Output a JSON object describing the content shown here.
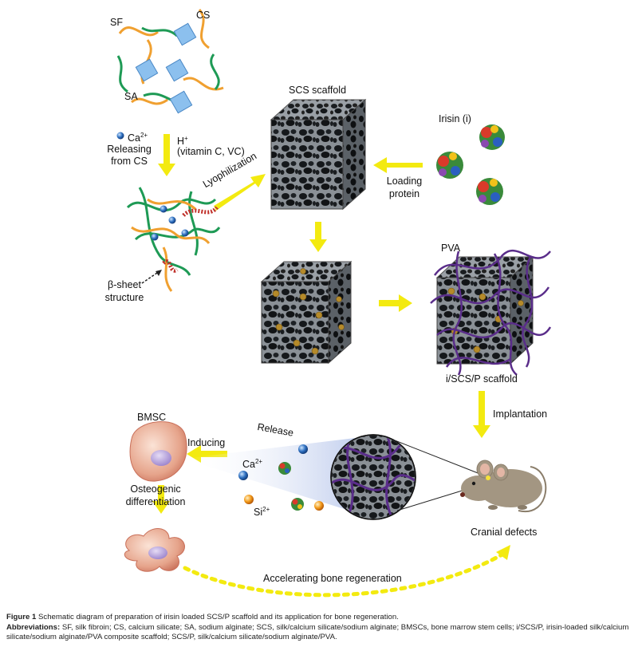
{
  "labels": {
    "sf": "SF",
    "cs": "CS",
    "sa": "SA",
    "ca_release_1": "Ca",
    "ca_release_sup": "2+",
    "ca_release_2": "Releasing",
    "ca_release_3": "from CS",
    "h_plus": "H",
    "h_plus_sup": "+",
    "vitamin_c": "(vitamin C, VC)",
    "lyophilization": "Lyophilization",
    "scs_scaffold": "SCS scaffold",
    "irisin": "Irisin (i)",
    "loading_1": "Loading",
    "loading_2": "protein",
    "beta_sheet_1": "β-sheet",
    "beta_sheet_2": "structure",
    "pva": "PVA",
    "iscsp_scaffold": "i/SCS/P scaffold",
    "implantation": "Implantation",
    "bmsc": "BMSC",
    "inducing": "Inducing",
    "release": "Release",
    "ca_ion": "Ca",
    "ca_ion_sup": "2+",
    "si_ion": "Si",
    "si_ion_sup": "2+",
    "osteogenic_1": "Osteogenic",
    "osteogenic_2": "differentiation",
    "cranial_defects": "Cranial defects",
    "accelerating": "Accelerating bone regeneration"
  },
  "caption": {
    "figure_label": "Figure 1",
    "title": "Schematic diagram of preparation of irisin loaded SCS/P scaffold and its application for bone regeneration.",
    "abbr_label": "Abbreviations:",
    "abbr_text": "SF, silk fibroin; CS, calcium silicate; SA, sodium alginate; SCS, silk/calcium silicate/sodium alginate; BMSCs, bone marrow stem cells; i/SCS/P, irisin-loaded silk/calcium silicate/sodium alginate/PVA composite scaffold; SCS/P, silk/calcium silicate/sodium alginate/PVA."
  },
  "colors": {
    "arrow": "#f3ea10",
    "silk": "#f0a030",
    "alginate": "#1e9a55",
    "cs_cube": "#8cc0ee",
    "pva": "#5a2d8a",
    "beta": "#c0302a",
    "scaffold": "#6e747a",
    "cell": "#e8a890",
    "nucleus": "#b9a6dd",
    "mouse": "#a39682"
  }
}
